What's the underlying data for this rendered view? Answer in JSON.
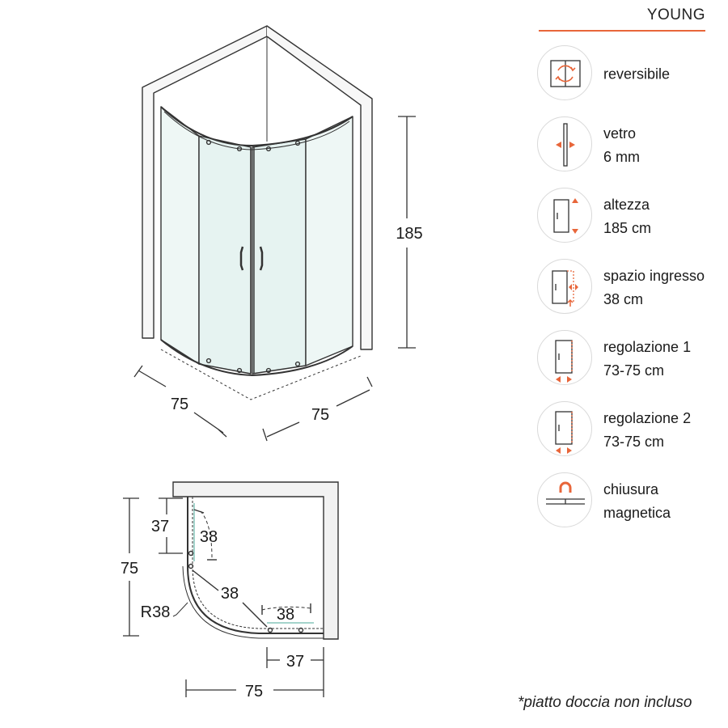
{
  "product": {
    "name": "YOUNG",
    "accent_color": "#e8663a"
  },
  "features": [
    {
      "icon": "reversible-icon",
      "line1": "reversibile",
      "line2": ""
    },
    {
      "icon": "glass-thickness-icon",
      "line1": "vetro",
      "line2": "6 mm"
    },
    {
      "icon": "height-icon",
      "line1": "altezza",
      "line2": "185 cm"
    },
    {
      "icon": "entry-space-icon",
      "line1": "spazio ingresso",
      "line2": "38 cm"
    },
    {
      "icon": "adjustment-1-icon",
      "line1": "regolazione 1",
      "line2": "73-75 cm"
    },
    {
      "icon": "adjustment-2-icon",
      "line1": "regolazione 2",
      "line2": "73-75 cm"
    },
    {
      "icon": "magnetic-closure-icon",
      "line1": "chiusura",
      "line2": "magnetica"
    }
  ],
  "perspective_view": {
    "height": "185",
    "width_left": "75",
    "width_right": "75"
  },
  "plan_view": {
    "side_depth": "75",
    "side_half": "37",
    "door_opening_side": "38",
    "door_opening_diag": "38",
    "door_opening_front": "38",
    "radius": "R38",
    "front_half": "37",
    "front_width": "75"
  },
  "footnote": "*piatto doccia non incluso"
}
